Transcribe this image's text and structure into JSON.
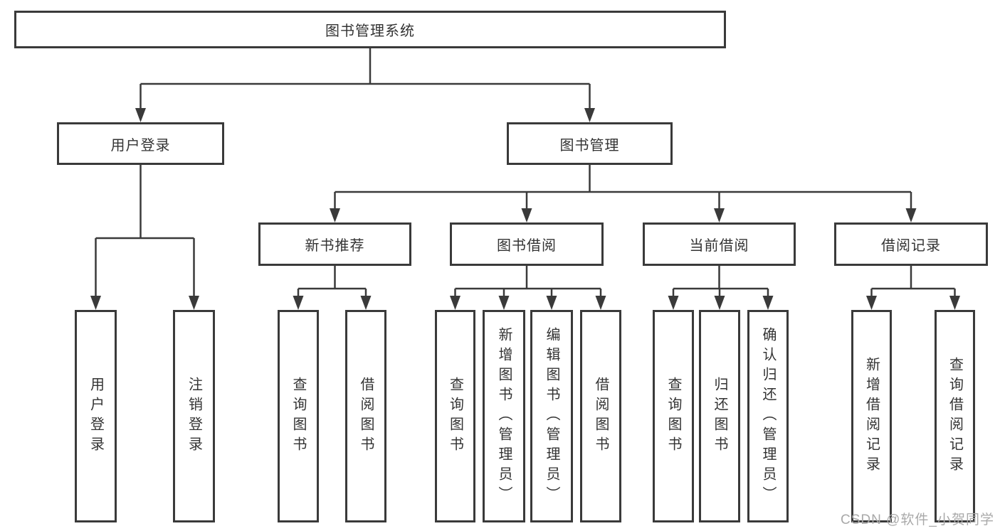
{
  "diagram": {
    "root": {
      "label": "图书管理系统"
    },
    "user_login": {
      "label": "用户登录",
      "children": [
        "用户登录",
        "注销登录"
      ]
    },
    "book_mgmt": {
      "label": "图书管理"
    },
    "new_books": {
      "label": "新书推荐",
      "children": [
        "查询图书",
        "借阅图书"
      ]
    },
    "borrowing": {
      "label": "图书借阅",
      "children": [
        "查询图书",
        "新增图书（管理员）",
        "编辑图书（管理员）",
        "借阅图书"
      ]
    },
    "current_borrow": {
      "label": "当前借阅",
      "children": [
        "查询图书",
        "归还图书",
        "确认归还（管理员）"
      ]
    },
    "borrow_records": {
      "label": "借阅记录",
      "children": [
        "新增借阅记录",
        "查询借阅记录"
      ]
    }
  },
  "watermark": "CSDN @软件_小贺同学",
  "colors": {
    "line": "#3a3a3a",
    "text": "#333333",
    "background": "#ffffff",
    "watermark": "#a9a9a9"
  }
}
